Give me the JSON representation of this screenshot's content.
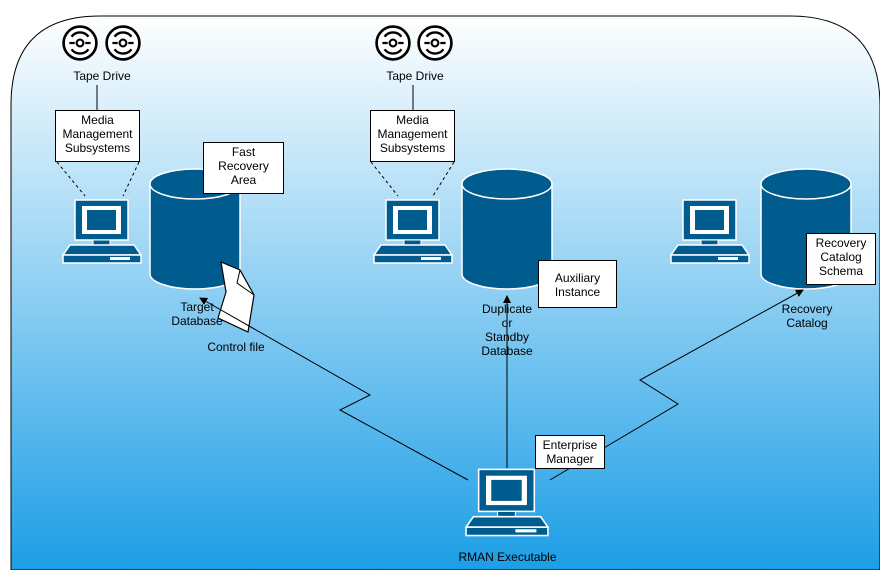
{
  "colors": {
    "bg_top": "#ffffff",
    "bg_bottom": "#1c9ee6",
    "db_fill": "#005b8f",
    "computer_fill": "#005b8f"
  },
  "icons": [
    "tape-reel-icon",
    "computer-icon",
    "database-cylinder-icon",
    "document-icon"
  ],
  "left": {
    "tape_label": "Tape Drive",
    "media_box": "Media\nManagement\nSubsystems",
    "fra_box": "Fast\nRecovery\nArea",
    "db_label": "Target\nDatabase",
    "control_file_label": "Control file"
  },
  "middle": {
    "tape_label": "Tape Drive",
    "media_box": "Media\nManagement\nSubsystems",
    "aux_box": "Auxiliary\nInstance",
    "db_label": "Duplicate\nor\nStandby\nDatabase"
  },
  "right": {
    "schema_box": "Recovery\nCatalog\nSchema",
    "db_label": "Recovery\nCatalog"
  },
  "bottom": {
    "em_box": "Enterprise\nManager",
    "rman_label": "RMAN Executable"
  }
}
